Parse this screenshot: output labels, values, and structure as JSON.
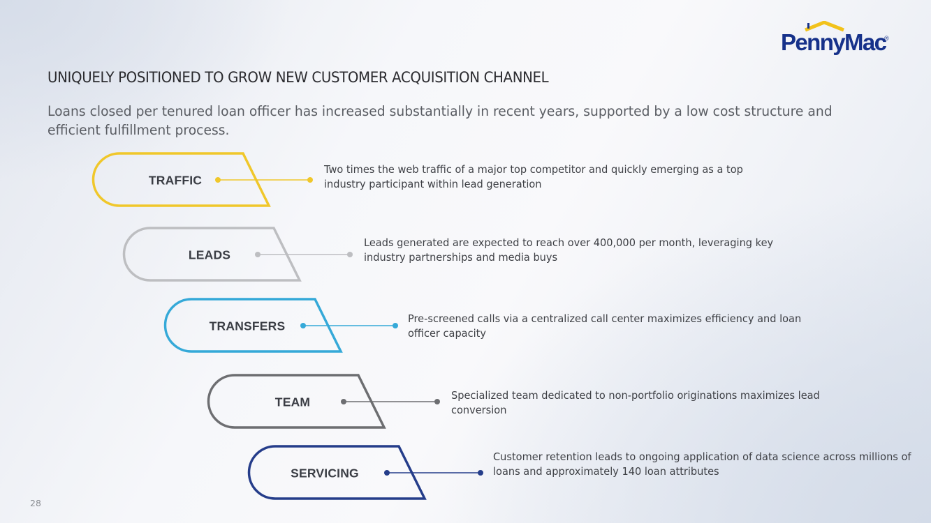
{
  "brand": {
    "logo_text": "PennyMac",
    "logo_registered": "®",
    "colors": {
      "navy": "#16318a",
      "gold": "#f2c21b"
    }
  },
  "slide": {
    "title": "UNIQUELY POSITIONED TO GROW NEW CUSTOMER ACQUISITION CHANNEL",
    "subtitle": "Loans closed per tenured loan officer has increased substantially in recent years, supported by a low cost structure and efficient fulfillment process.",
    "page_number": "28"
  },
  "channel_steps": [
    {
      "label": "TRAFFIC",
      "color": "#f0c72a",
      "description": "Two times the web traffic of a major top competitor and quickly emerging as a top industry participant within lead generation"
    },
    {
      "label": "LEADS",
      "color": "#bdbec1",
      "description": "Leads generated are expected to reach over 400,000 per month, leveraging key industry partnerships and media buys"
    },
    {
      "label": "TRANSFERS",
      "color": "#35a9d8",
      "description": "Pre-screened calls via a centralized call center maximizes efficiency and loan officer capacity"
    },
    {
      "label": "TEAM",
      "color": "#6d6e71",
      "description": "Specialized team dedicated to non-portfolio originations maximizes lead conversion"
    },
    {
      "label": "SERVICING",
      "color": "#253d8a",
      "description": "Customer retention leads to ongoing application of data science across millions of loans and approximately 140 loan attributes"
    }
  ]
}
